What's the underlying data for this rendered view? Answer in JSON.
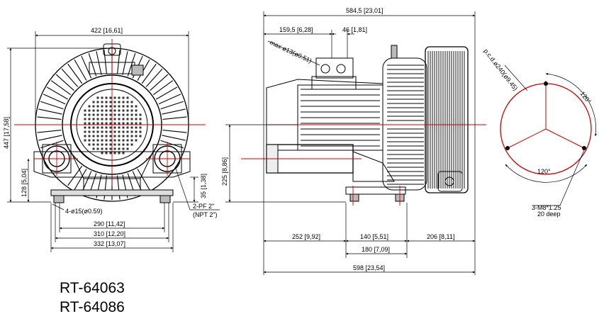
{
  "models": [
    "RT-64063",
    "RT-64086"
  ],
  "front_view": {
    "width_top": "422 [16,61]",
    "height_total": "447 [17,58]",
    "outlet_height": "128 [5,04]",
    "base_height": "35 [1,38]",
    "holes": "4-ø15(ø0.59)",
    "hole_span_290": "290 [11,42]",
    "base_310": "310 [12,20]",
    "base_332": "332 [13,07]",
    "port_line1": "2-PF 2\"",
    "port_line2": "(NPT 2\")"
  },
  "side_view": {
    "overall_top": "584,5 [23,01]",
    "box_offset": "159,5 [6,28]",
    "box_width": "46 [1,81]",
    "cable_gland": "max ø13(ø0.51)",
    "axis_height": "225 [8,86]",
    "dim_252": "252 [9,92]",
    "dim_140": "140 [5,51]",
    "dim_206": "206 [8,11]",
    "dim_180": "180 [7,09]",
    "overall_bottom": "598 [23,54]"
  },
  "flange_view": {
    "pcd": "p.c.d.ø240(ø9.45)",
    "angle_1": "120°",
    "angle_2": "120°",
    "bolt_line1": "3-M8*1.25",
    "bolt_line2": "20 deep"
  },
  "colors": {
    "outline": "#000000",
    "centerline": "#cc0000"
  }
}
